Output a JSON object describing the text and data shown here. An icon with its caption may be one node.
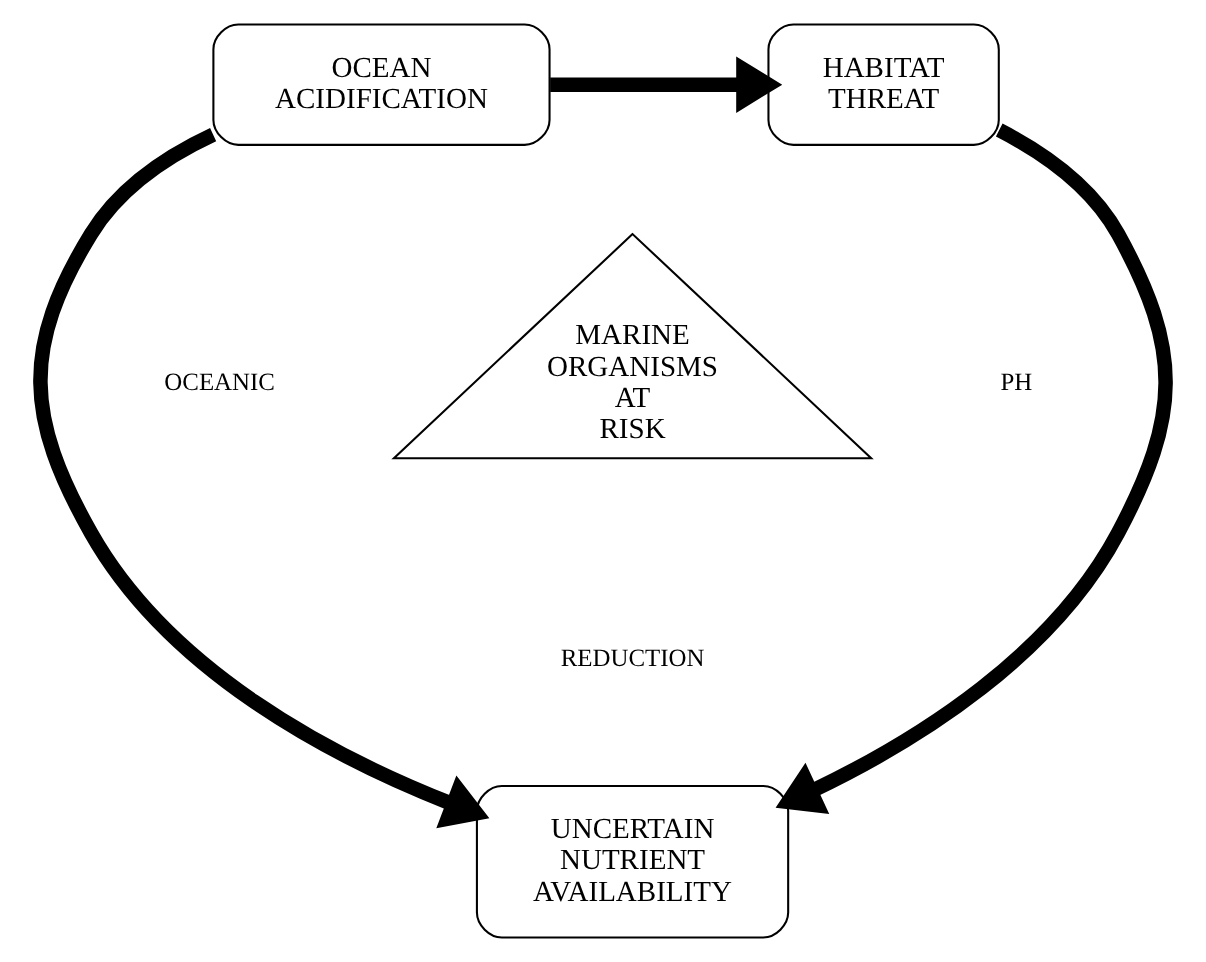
{
  "diagram": {
    "nodes": [
      {
        "text": [
          "OCEAN ACIDIFICATION"
        ]
      },
      {
        "text": [
          "HABITAT THREAT"
        ]
      },
      {
        "text": [
          "UNCERTAIN NUTRIENT AVAILABILITY"
        ]
      },
      {
        "text": [
          "MARINE ORGANISMS AT RISK"
        ]
      }
    ],
    "edges": [
      {
        "from": 0,
        "to": 1,
        "arrow": "to"
      },
      {
        "from": 1,
        "to": 2,
        "arrow": "to"
      },
      {
        "from": 0,
        "to": 2,
        "arrow": "to"
      }
    ],
    "labels": [
      "OCEANIC",
      "PH",
      "REDUCTION"
    ]
  }
}
